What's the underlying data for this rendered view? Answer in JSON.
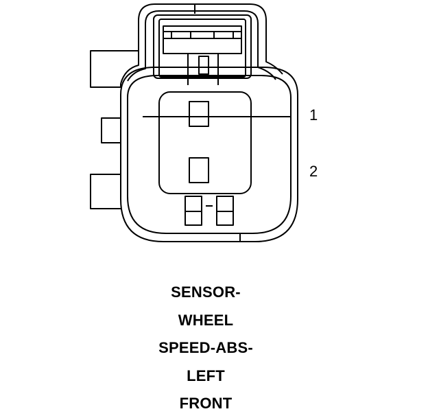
{
  "connector": {
    "pin_labels": [
      "1",
      "2"
    ],
    "name_lines": [
      "SENSOR-",
      "WHEEL",
      "SPEED-ABS-",
      "LEFT",
      "FRONT"
    ]
  }
}
